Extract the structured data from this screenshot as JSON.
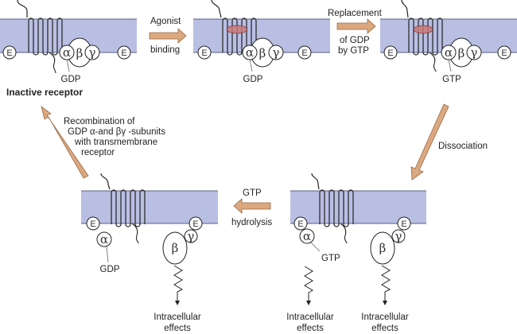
{
  "colors": {
    "membrane": "#b9bfe3",
    "membrane_edge": "#5a6080",
    "arrow_fill": "#dba87f",
    "arrow_edge": "#9a6a46",
    "agonist": "#c97a7a"
  },
  "panels": [
    {
      "id": "inactive",
      "caption": "Inactive receptor",
      "nucleotide": "GDP"
    },
    {
      "id": "agonist-bound",
      "nucleotide": "GDP"
    },
    {
      "id": "gtp-bound",
      "nucleotide": "GTP"
    },
    {
      "id": "dissociated",
      "alpha_nucleotide": "GTP",
      "effects": [
        "Intracellular effects",
        "Intracellular effects"
      ]
    },
    {
      "id": "hydrolysed",
      "alpha_nucleotide": "GDP",
      "effects": [
        "Intracellular effects"
      ]
    }
  ],
  "subunits": {
    "alpha": "α",
    "beta": "β",
    "gamma": "γ",
    "effector": "E"
  },
  "steps": {
    "agonist": [
      "Agonist",
      "binding"
    ],
    "replacement": [
      "Replacement",
      "of GDP",
      "by GTP"
    ],
    "dissociation": [
      "Dissociation"
    ],
    "hydrolysis": [
      "GTP",
      "hydrolysis"
    ],
    "recombination": [
      "Recombination of",
      "GDP α-and βγ -subunits",
      "with transmembrane",
      "receptor"
    ]
  },
  "effects_label": [
    "Intracellular",
    "effects"
  ],
  "nucleotides": {
    "gdp": "GDP",
    "gtp": "GTP"
  },
  "caption": "Inactive receptor"
}
